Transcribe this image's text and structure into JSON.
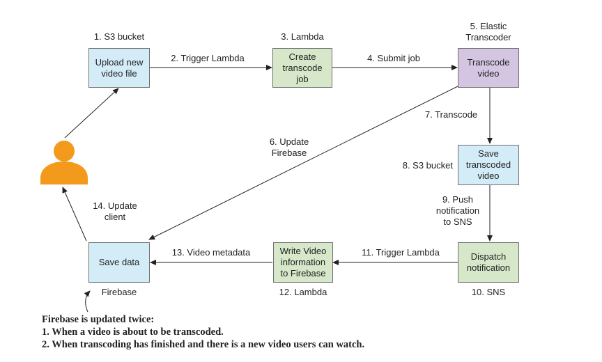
{
  "boxes": {
    "upload": {
      "text": "Upload new\nvideo file",
      "caption": "1. S3 bucket"
    },
    "create": {
      "text": "Create\ntranscode\njob",
      "caption": "3. Lambda"
    },
    "transcode": {
      "text": "Transcode\nvideo",
      "caption": "5. Elastic\nTranscoder"
    },
    "save_transcoded": {
      "text": "Save\ntranscoded\nvideo",
      "caption": "8. S3 bucket"
    },
    "dispatch": {
      "text": "Dispatch\nnotification",
      "caption": "10. SNS"
    },
    "write_video": {
      "text": "Write Video\ninformation\nto Firebase",
      "caption": "12. Lambda"
    },
    "save_data": {
      "text": "Save data",
      "caption": "Firebase"
    }
  },
  "edges": {
    "trigger_lambda": "2. Trigger Lambda",
    "submit_job": "4. Submit job",
    "transcode": "7. Transcode",
    "update_firebase": "6. Update\nFirebase",
    "push_notification": "9. Push\nnotification\nto SNS",
    "trigger_lambda_2": "11. Trigger Lambda",
    "video_metadata": "13. Video metadata",
    "update_client": "14. Update\nclient"
  },
  "actor": {
    "icon": "user-icon",
    "color": "#f39a1c"
  },
  "colors": {
    "s3": "#d4ecf7",
    "lambda": "#d6e8c9",
    "transcoder": "#d4c6e2"
  },
  "note": {
    "heading": "Firebase is updated twice:",
    "items": [
      "1. When a video is about to be transcoded.",
      "2. When transcoding has finished and there is a new video users can watch."
    ]
  }
}
